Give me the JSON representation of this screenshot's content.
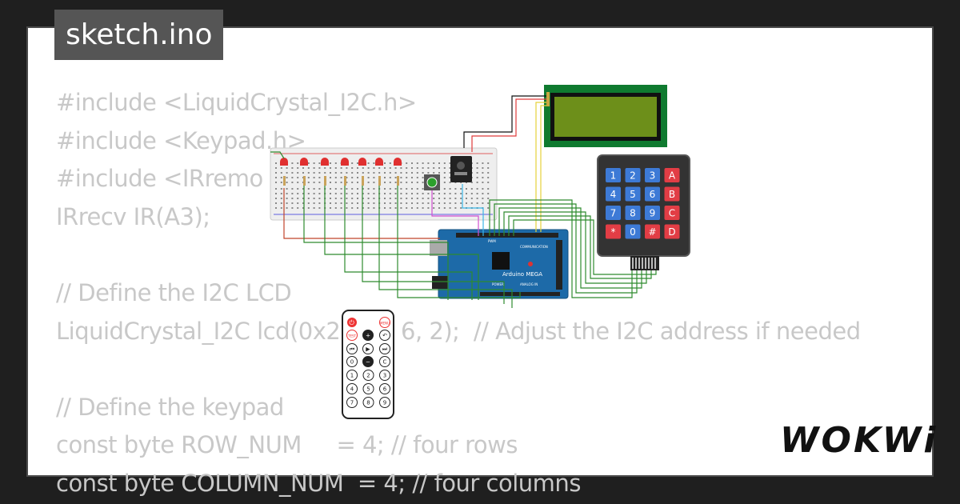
{
  "title": "sketch.ino",
  "logo": "WOKWi",
  "code_lines": [
    "#include <LiquidCrystal_I2C.h>",
    "#include <Keypad.h>",
    "#include <IRremo",
    "IRrecv IR(A3);",
    "",
    "// Define the I2C LCD",
    "LiquidCrystal_I2C lcd(0x2",
    "",
    "// Define the keypad",
    "const byte ROW_NUM     = 4; // four rows",
    "const byte COLUMN_NUM  = 4; // four columns"
  ],
  "code_line_7_tail": "6, 2);  // Adjust the I2C address if needed",
  "arduino": {
    "label": "Arduino MEGA",
    "communication": "COMMUNICATION",
    "power": "POWER",
    "analog_in": "ANALOG IN",
    "pwm": "PWM"
  },
  "keypad": {
    "keys": [
      "1",
      "2",
      "3",
      "A",
      "4",
      "5",
      "6",
      "B",
      "7",
      "8",
      "9",
      "C",
      "*",
      "0",
      "#",
      "D"
    ]
  },
  "remote": {
    "top": [
      "MENU",
      "TEST",
      "+",
      "↶",
      "⏮",
      "▶",
      "⏭",
      "0",
      "−",
      "C"
    ],
    "digits": [
      "1",
      "2",
      "3",
      "4",
      "5",
      "6",
      "7",
      "8",
      "9"
    ]
  },
  "colors": {
    "background": "#1f1f1f",
    "card": "#ffffff",
    "code": "#c8c8c8",
    "title_bg": "#555555",
    "wire_green": "#2e8b2e",
    "wire_red": "#e03c3c",
    "wire_yellow": "#e6d23a",
    "wire_magenta": "#d14fd1",
    "wire_cyan": "#3ab6e6",
    "mega": "#1d6aa8",
    "lcd": "#8fb32a"
  }
}
